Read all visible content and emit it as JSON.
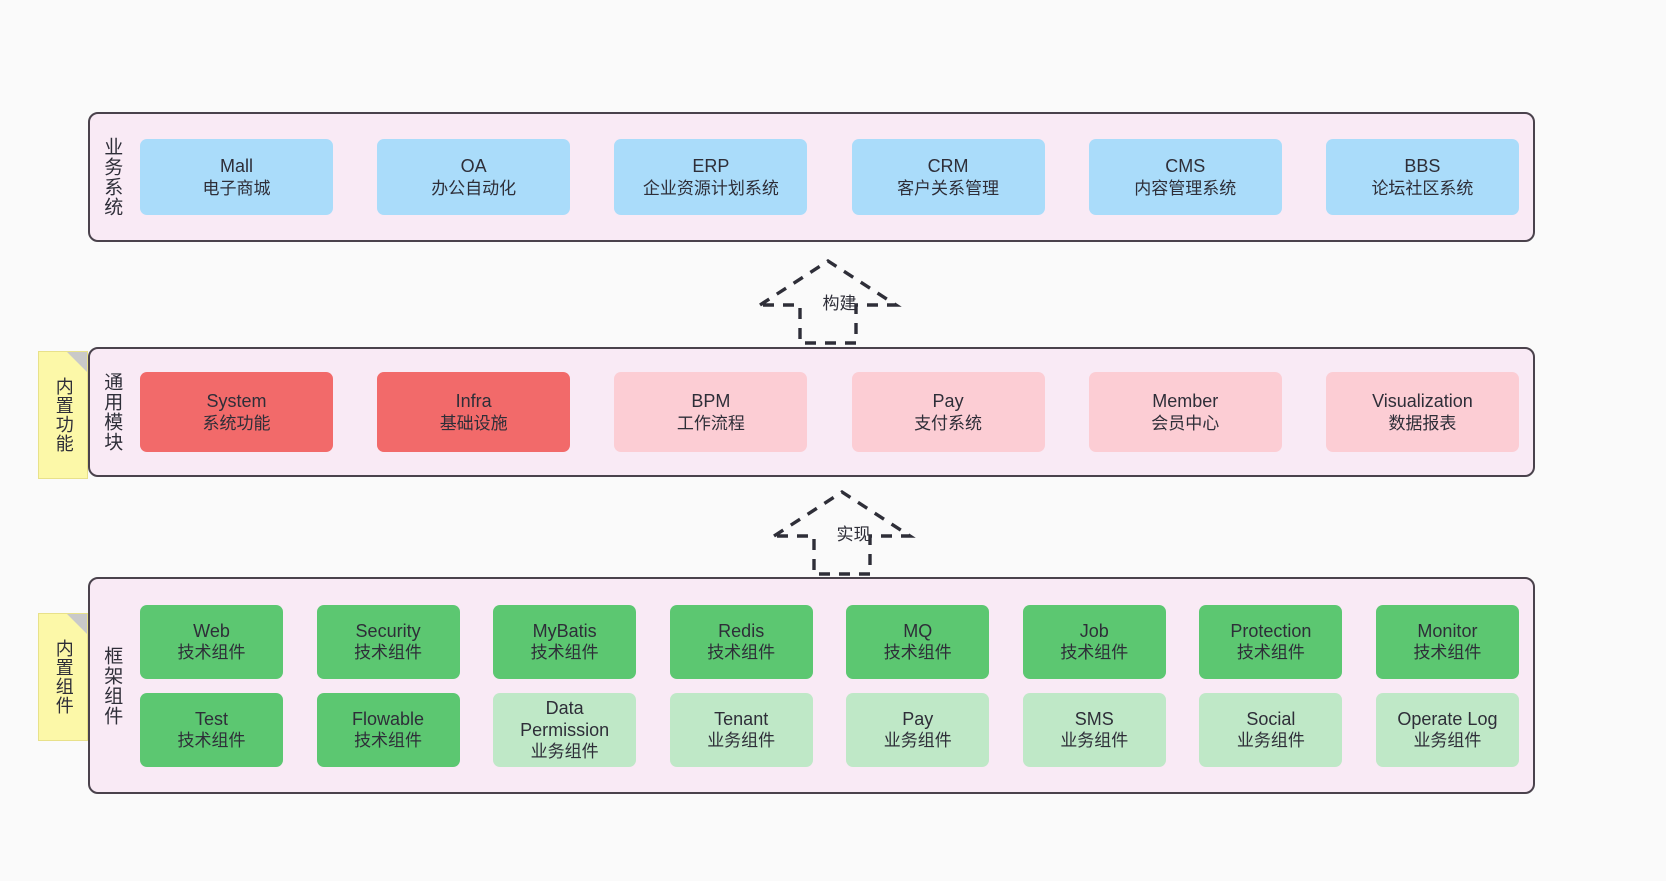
{
  "diagram": {
    "background_color": "#fafafa",
    "band_color": "#f9eaf5",
    "band_border_color": "#4a424c"
  },
  "layers": [
    {
      "id": "business",
      "title": "业务系统",
      "card_color": "#aadcfa",
      "cards": [
        {
          "en": "Mall",
          "cn": "电子商城"
        },
        {
          "en": "OA",
          "cn": "办公自动化"
        },
        {
          "en": "ERP",
          "cn": "企业资源计划系统"
        },
        {
          "en": "CRM",
          "cn": "客户关系管理"
        },
        {
          "en": "CMS",
          "cn": "内容管理系统"
        },
        {
          "en": "BBS",
          "cn": "论坛社区系统"
        }
      ]
    },
    {
      "id": "modules",
      "title": "通用模块",
      "cards": [
        {
          "en": "System",
          "cn": "系统功能",
          "color": "#f26a6a",
          "style": "c-red"
        },
        {
          "en": "Infra",
          "cn": "基础设施",
          "color": "#f26a6a",
          "style": "c-red"
        },
        {
          "en": "BPM",
          "cn": "工作流程",
          "color": "#fccdd4",
          "style": "c-pink"
        },
        {
          "en": "Pay",
          "cn": "支付系统",
          "color": "#fccdd4",
          "style": "c-pink"
        },
        {
          "en": "Member",
          "cn": "会员中心",
          "color": "#fccdd4",
          "style": "c-pink"
        },
        {
          "en": "Visualization",
          "cn": "数据报表",
          "color": "#fccdd4",
          "style": "c-pink"
        }
      ]
    },
    {
      "id": "framework",
      "title": "框架组件",
      "rows": [
        [
          {
            "en": "Web",
            "cn": "技术组件",
            "color": "#5cc771",
            "style": "c-green"
          },
          {
            "en": "Security",
            "cn": "技术组件",
            "color": "#5cc771",
            "style": "c-green"
          },
          {
            "en": "MyBatis",
            "cn": "技术组件",
            "color": "#5cc771",
            "style": "c-green"
          },
          {
            "en": "Redis",
            "cn": "技术组件",
            "color": "#5cc771",
            "style": "c-green"
          },
          {
            "en": "MQ",
            "cn": "技术组件",
            "color": "#5cc771",
            "style": "c-green"
          },
          {
            "en": "Job",
            "cn": "技术组件",
            "color": "#5cc771",
            "style": "c-green"
          },
          {
            "en": "Protection",
            "cn": "技术组件",
            "color": "#5cc771",
            "style": "c-green"
          },
          {
            "en": "Monitor",
            "cn": "技术组件",
            "color": "#5cc771",
            "style": "c-green"
          }
        ],
        [
          {
            "en": "Test",
            "cn": "技术组件",
            "color": "#5cc771",
            "style": "c-green"
          },
          {
            "en": "Flowable",
            "cn": "技术组件",
            "color": "#5cc771",
            "style": "c-green"
          },
          {
            "en": "Data Permission",
            "cn": "业务组件",
            "color": "#bfe8c7",
            "style": "c-lightgreen"
          },
          {
            "en": "Tenant",
            "cn": "业务组件",
            "color": "#bfe8c7",
            "style": "c-lightgreen"
          },
          {
            "en": "Pay",
            "cn": "业务组件",
            "color": "#bfe8c7",
            "style": "c-lightgreen"
          },
          {
            "en": "SMS",
            "cn": "业务组件",
            "color": "#bfe8c7",
            "style": "c-lightgreen"
          },
          {
            "en": "Social",
            "cn": "业务组件",
            "color": "#bfe8c7",
            "style": "c-lightgreen"
          },
          {
            "en": "Operate Log",
            "cn": "业务组件",
            "color": "#bfe8c7",
            "style": "c-lightgreen"
          }
        ]
      ]
    }
  ],
  "notes": [
    {
      "id": "functions",
      "label": "内置功能",
      "color": "#fcf8a8"
    },
    {
      "id": "components",
      "label": "内置组件",
      "color": "#fcf8a8"
    }
  ],
  "connectors": [
    {
      "id": "build",
      "label": "构建",
      "style": "dashed-hollow-triangle-arrow",
      "direction": "up"
    },
    {
      "id": "implement",
      "label": "实现",
      "style": "dashed-hollow-triangle-arrow",
      "direction": "up"
    }
  ]
}
